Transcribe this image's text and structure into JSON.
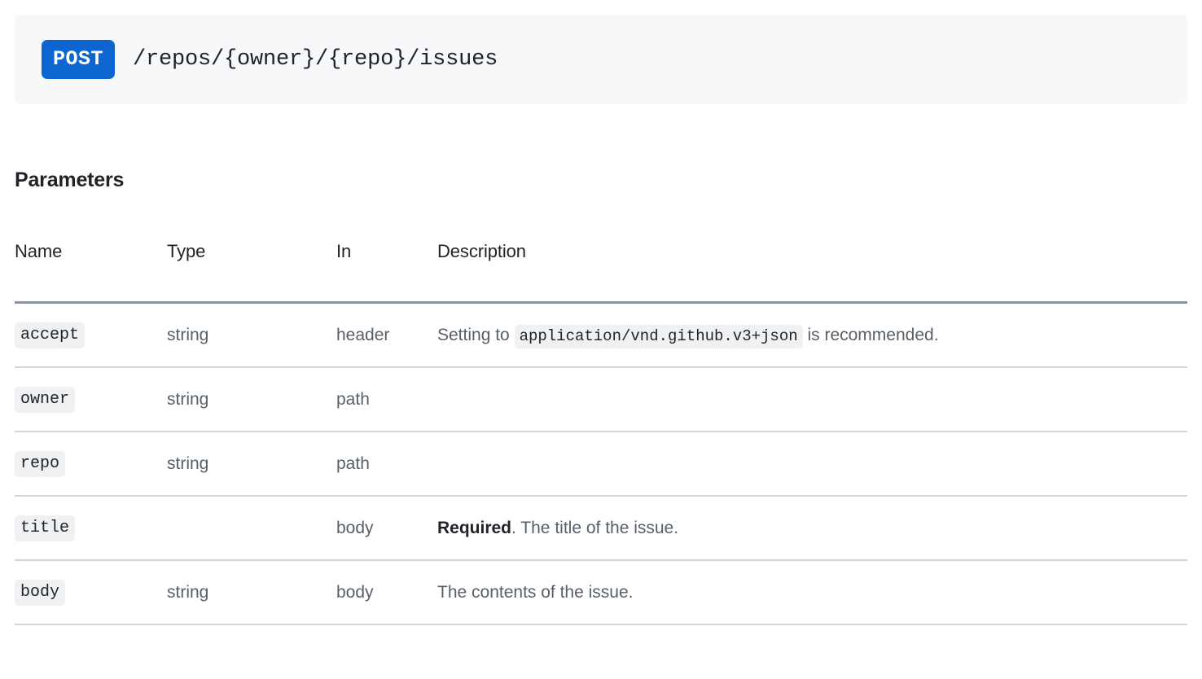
{
  "endpoint": {
    "method": "POST",
    "path": "/repos/{owner}/{repo}/issues",
    "method_badge_color": "#0d66d0",
    "banner_background": "#f6f8fa"
  },
  "parameters_section": {
    "heading": "Parameters",
    "columns": [
      "Name",
      "Type",
      "In",
      "Description"
    ],
    "rows": [
      {
        "name": "accept",
        "type": "string",
        "in": "header",
        "description": {
          "prefix": "Setting to ",
          "code": "application/vnd.github.v3+json",
          "suffix": " is recommended.",
          "bold": ""
        }
      },
      {
        "name": "owner",
        "type": "string",
        "in": "path",
        "description": {
          "prefix": "",
          "code": "",
          "suffix": "",
          "bold": ""
        }
      },
      {
        "name": "repo",
        "type": "string",
        "in": "path",
        "description": {
          "prefix": "",
          "code": "",
          "suffix": "",
          "bold": ""
        }
      },
      {
        "name": "title",
        "type": "",
        "in": "body",
        "description": {
          "bold": "Required",
          "prefix": "",
          "code": "",
          "suffix": ". The title of the issue."
        }
      },
      {
        "name": "body",
        "type": "string",
        "in": "body",
        "description": {
          "bold": "",
          "prefix": "The contents of the issue.",
          "code": "",
          "suffix": ""
        }
      }
    ]
  },
  "colors": {
    "text_primary": "#1f2328",
    "text_muted": "#57606a",
    "rule_header": "#8c959f",
    "rule_row": "#d0d7de",
    "chip_background": "#eff1f3"
  }
}
